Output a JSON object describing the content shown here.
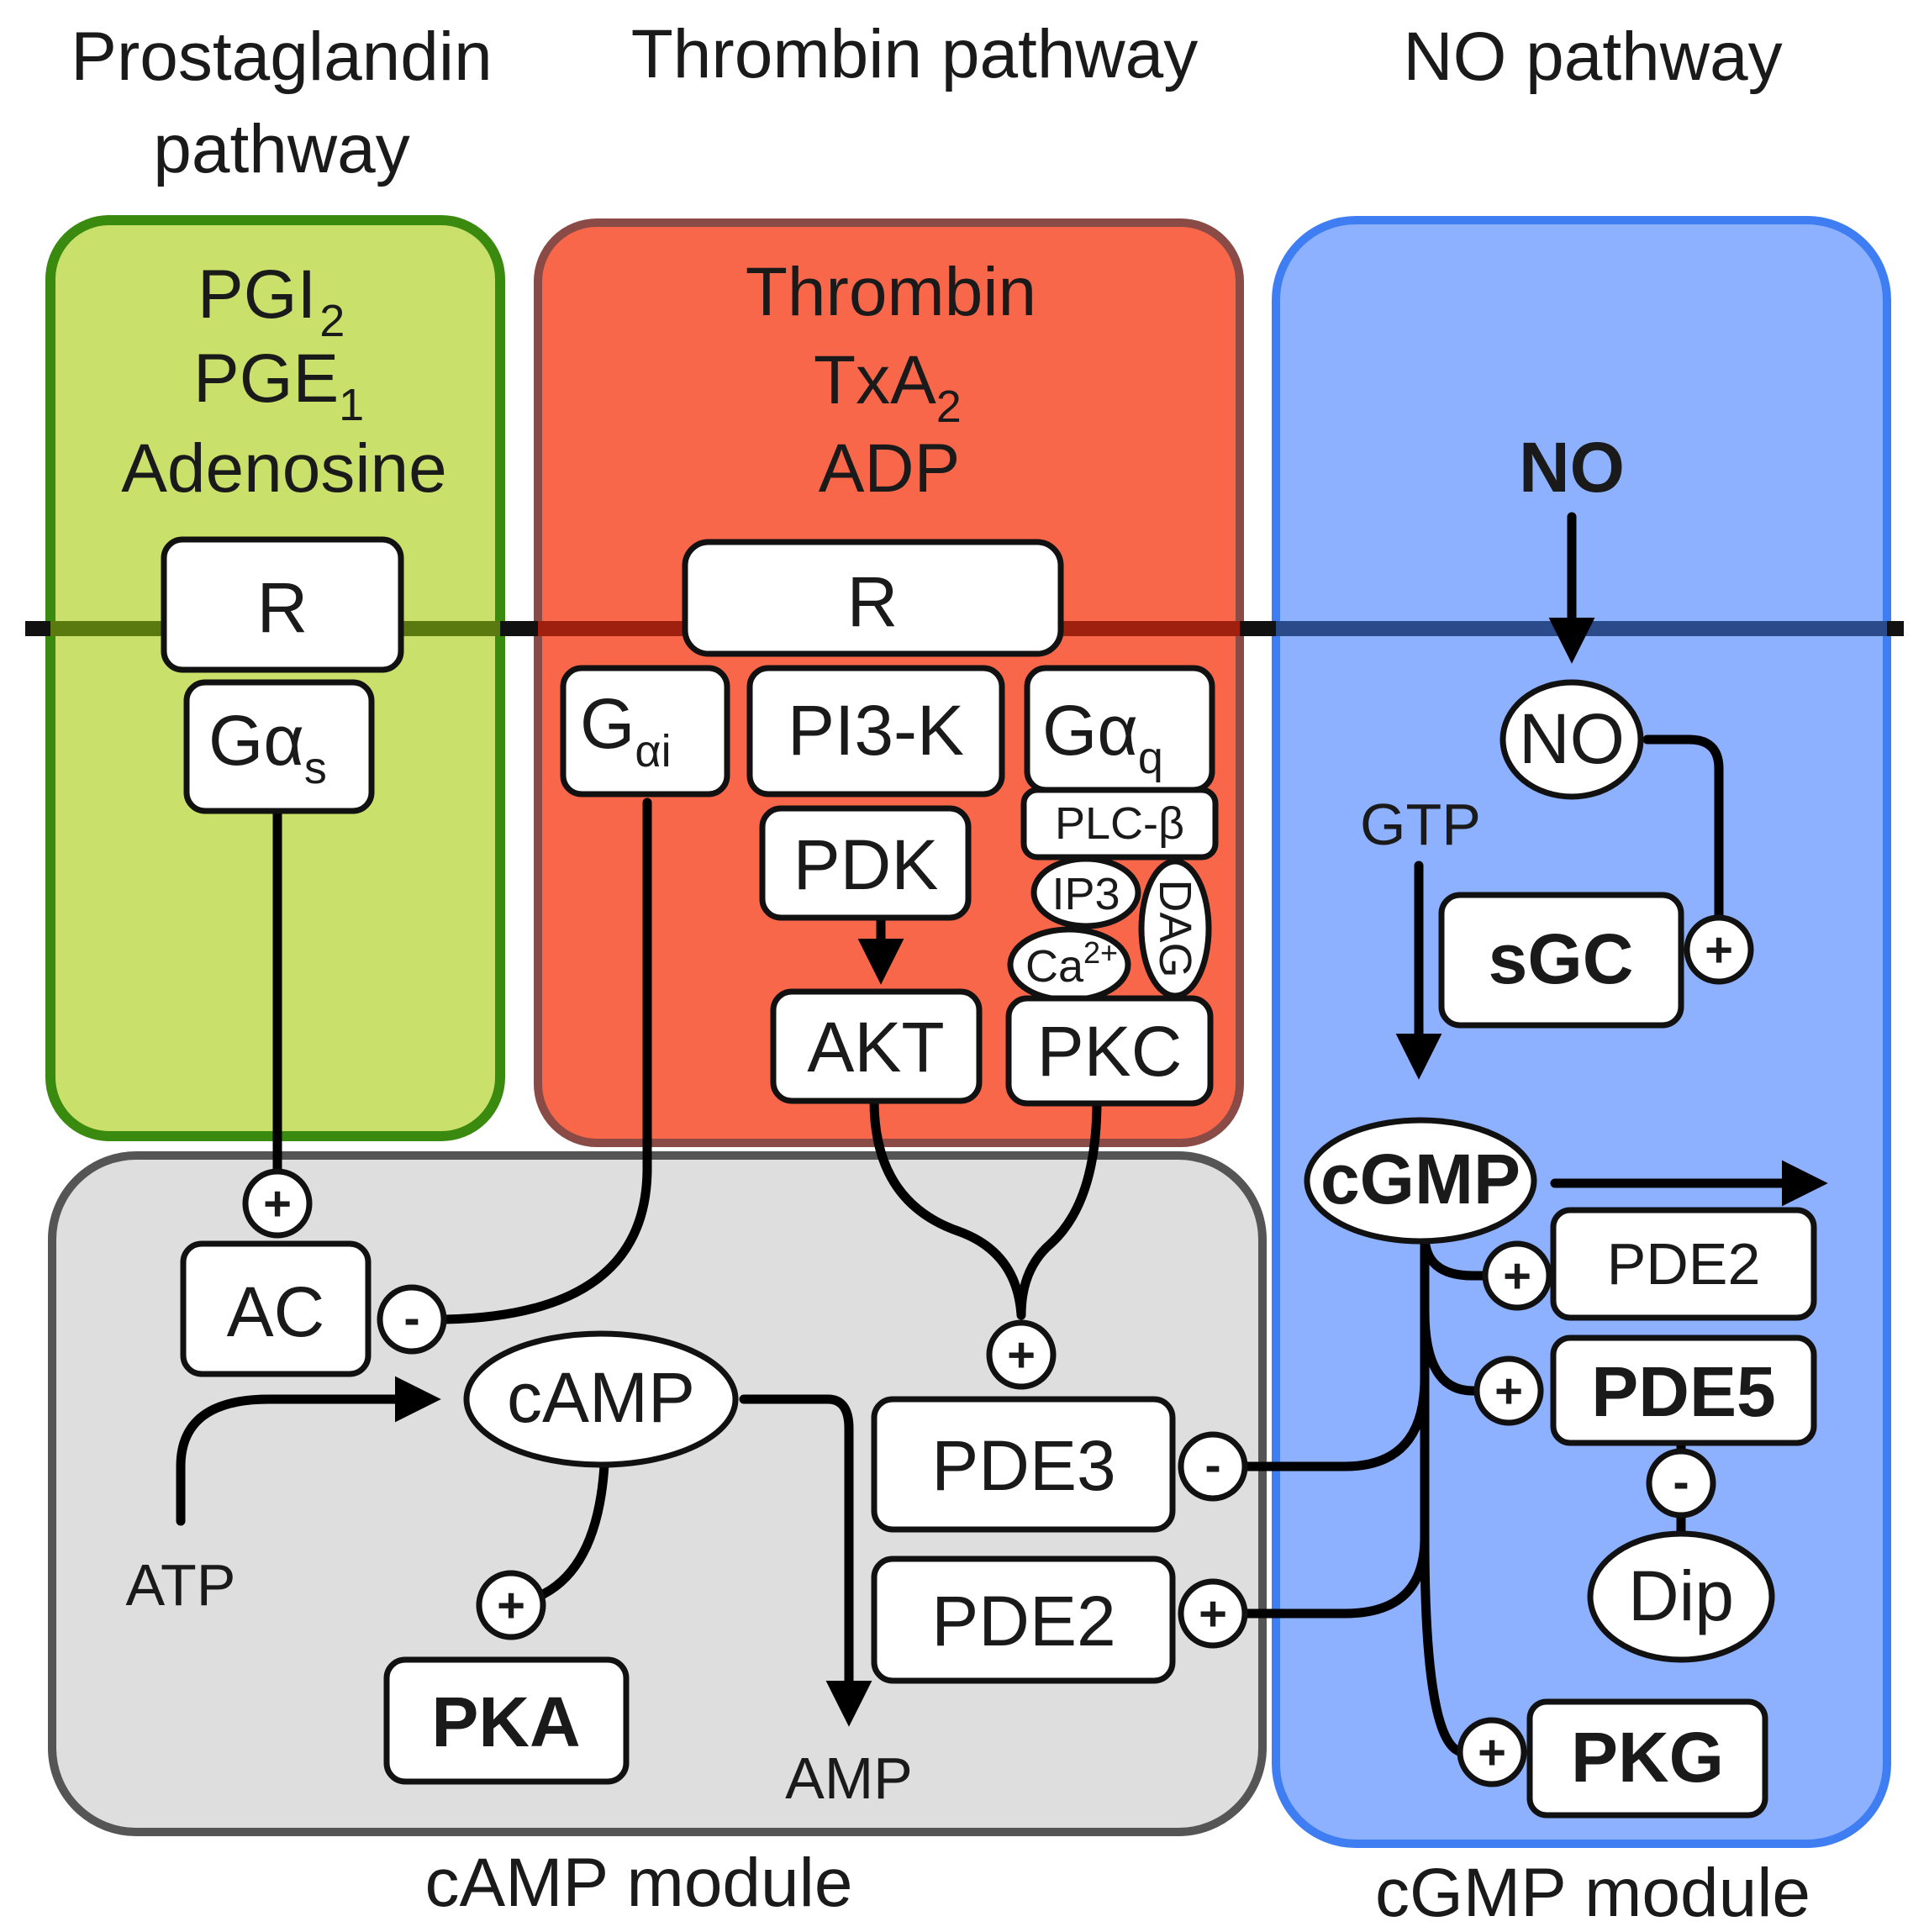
{
  "headers": {
    "prostaglandin": [
      "Prostaglandin",
      "pathway"
    ],
    "thrombin": "Thrombin pathway",
    "no": "NO pathway"
  },
  "modules": {
    "camp": "cAMP module",
    "cgmp": "cGMP module"
  },
  "colors": {
    "prostaglandin_fill": "#c9e06a",
    "prostaglandin_stroke": "#3a8a10",
    "thrombin_fill": "#f8674a",
    "thrombin_stroke": "#8a4a46",
    "no_fill": "#8db0ff",
    "no_stroke": "#3f7df2",
    "camp_fill": "#dedede",
    "camp_stroke": "#555555"
  },
  "prostaglandin": {
    "ligand1": "PGI",
    "ligand1_sub": "2",
    "ligand2": "PGE",
    "ligand2_sub": "1",
    "ligand3": "Adenosine",
    "receptor": "R",
    "g_protein": "Gα",
    "g_protein_sub": "s"
  },
  "thrombin": {
    "ligand1": "Thrombin",
    "ligand2": "TxA",
    "ligand2_sub": "2",
    "ligand3": "ADP",
    "receptor": "R",
    "gai": "G",
    "gai_sub": "αi",
    "pi3k": "PI3-K",
    "gaq": "Gα",
    "gaq_sub": "q",
    "plcb": "PLC-β",
    "pdk": "PDK",
    "ip3": "IP3",
    "dag": "DAG",
    "ca": "Ca",
    "ca_sup": "2+",
    "akt": "AKT",
    "pkc": "PKC"
  },
  "no_pathway": {
    "ligand": "NO",
    "no_node": "NO",
    "gtp": "GTP",
    "sgc": "sGC"
  },
  "camp_module": {
    "ac": "AC",
    "camp": "cAMP",
    "atp": "ATP",
    "pka": "PKA",
    "amp": "AMP",
    "pde3": "PDE3",
    "pde2": "PDE2"
  },
  "cgmp_module": {
    "cgmp": "cGMP",
    "pde2": "PDE2",
    "pde5": "PDE5",
    "dip": "Dip",
    "pkg": "PKG"
  },
  "signs": {
    "plus": "+",
    "minus": "-"
  }
}
